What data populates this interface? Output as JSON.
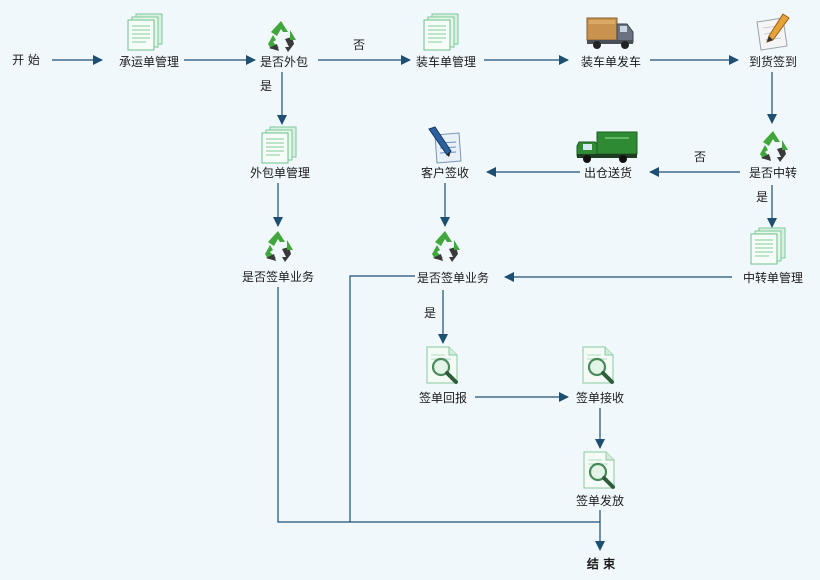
{
  "nodes": {
    "start": "开 始",
    "consign": "承运单管理",
    "is_outsource": "是否外包",
    "load_manage": "装车单管理",
    "load_dispatch": "装车单发车",
    "arrival_sign": "到货签到",
    "outsource_manage": "外包单管理",
    "is_transfer": "是否中转",
    "customer_sign": "客户签收",
    "out_delivery": "出仓送货",
    "is_sign_left": "是否签单业务",
    "is_sign_mid": "是否签单业务",
    "transfer_manage": "中转单管理",
    "sign_return": "签单回报",
    "sign_receive": "签单接收",
    "sign_dispatch": "签单发放",
    "end": "结 束"
  },
  "edge_labels": {
    "no_top": "否",
    "yes_outsource": "是",
    "no_transfer": "否",
    "yes_transfer": "是",
    "yes_sign": "是"
  },
  "colors": {
    "line": "#1d4f72",
    "doc_green": "#8dd3a8",
    "recycle": "#3fa33a",
    "recycle_dark": "#3c3c3c",
    "truck_green": "#2e7d32"
  }
}
